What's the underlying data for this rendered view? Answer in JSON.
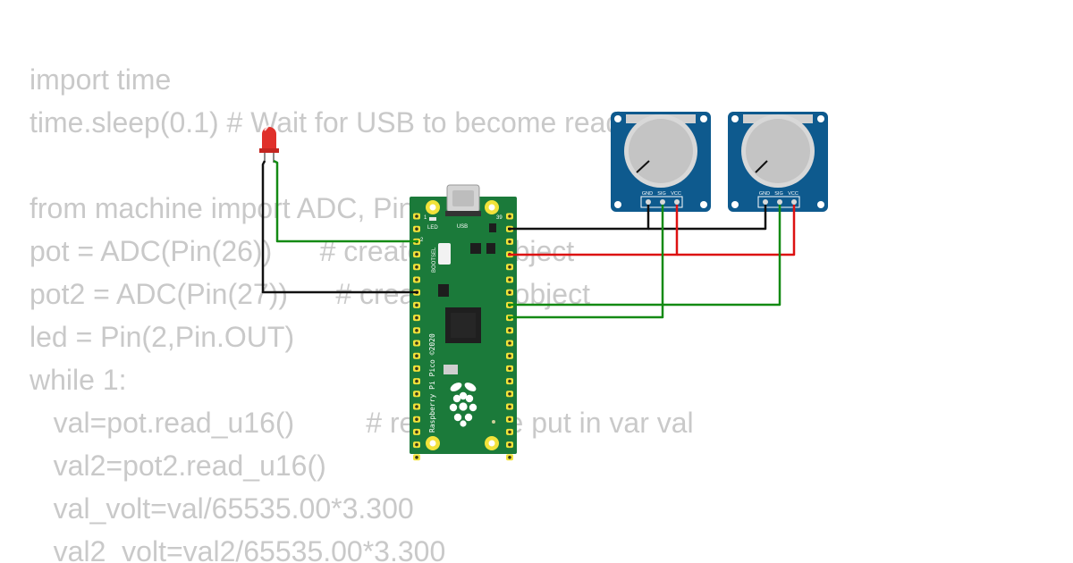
{
  "code": {
    "lines": [
      "import time",
      "time.sleep(0.1) # Wait for USB to become ready",
      "",
      "from machine import ADC, Pin",
      "pot = ADC(Pin(26))      # create ADC object",
      "pot2 = ADC(Pin(27))      # create ADC object",
      "led = Pin(2,Pin.OUT)",
      "while 1:",
      "   val=pot.read_u16()         # read value put in var val",
      "   val2=pot2.read_u16()",
      "   val_volt=val/65535.00*3.300",
      "   val2_volt=val2/65535.00*3.300"
    ]
  },
  "board": {
    "name": "Raspberry Pi Pico ©2020",
    "usb_label": "USB",
    "led_label": "LED",
    "bootsel_label": "BOOTSEL",
    "pin_39_label": "39",
    "pin_1_label": "1",
    "pin_2_label": "2",
    "color": "#1b7a3a"
  },
  "potentiometers": [
    {
      "pin_labels": [
        "GND",
        "SIG",
        "VCC"
      ]
    },
    {
      "pin_labels": [
        "GND",
        "SIG",
        "VCC"
      ]
    }
  ],
  "colors": {
    "wire_green": "#138a13",
    "wire_black": "#111111",
    "wire_red": "#dd1111",
    "pot_board": "#0e5a8e",
    "led_red": "#e0302a",
    "code_text": "#c9c9c9"
  }
}
